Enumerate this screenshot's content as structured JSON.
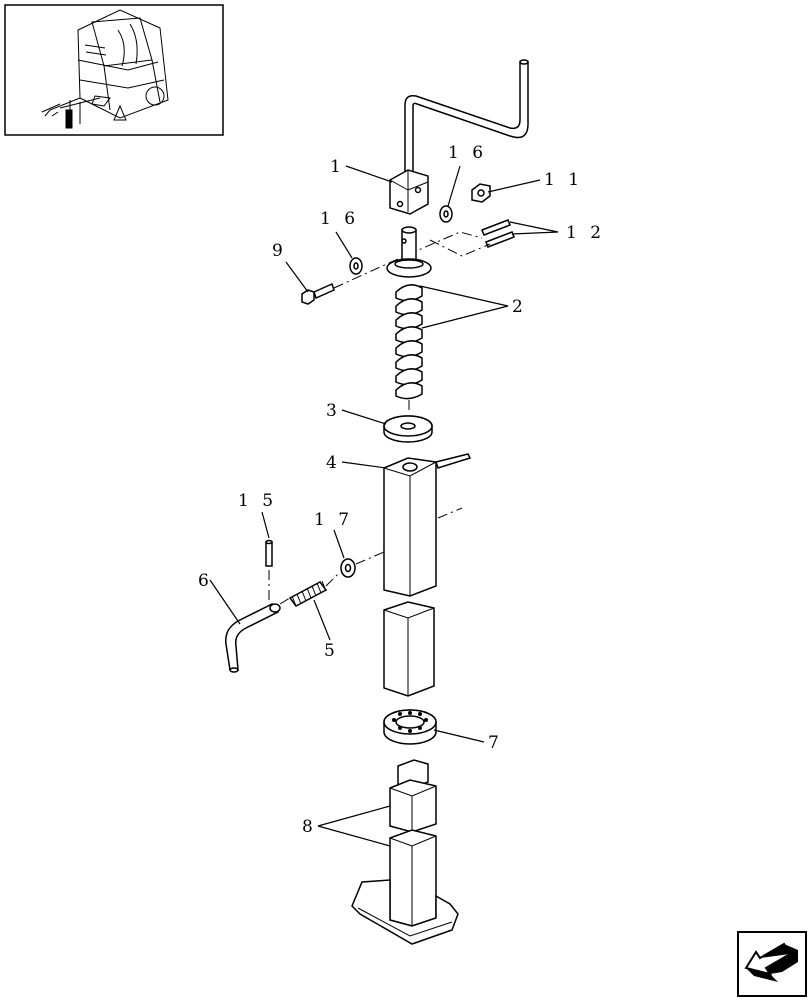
{
  "callouts": {
    "c1": "1",
    "c2": "2",
    "c3": "3",
    "c4": "4",
    "c5": "5",
    "c6": "6",
    "c7": "7",
    "c8": "8",
    "c9": "9",
    "c11": "1 1",
    "c12": "1 2",
    "c15": "1 5",
    "c16a": "1 6",
    "c16b": "1 6",
    "c17": "1 7"
  },
  "icons": {
    "thumbnail": "baler-thumbnail-icon",
    "navigation": "back-arrow-icon"
  }
}
